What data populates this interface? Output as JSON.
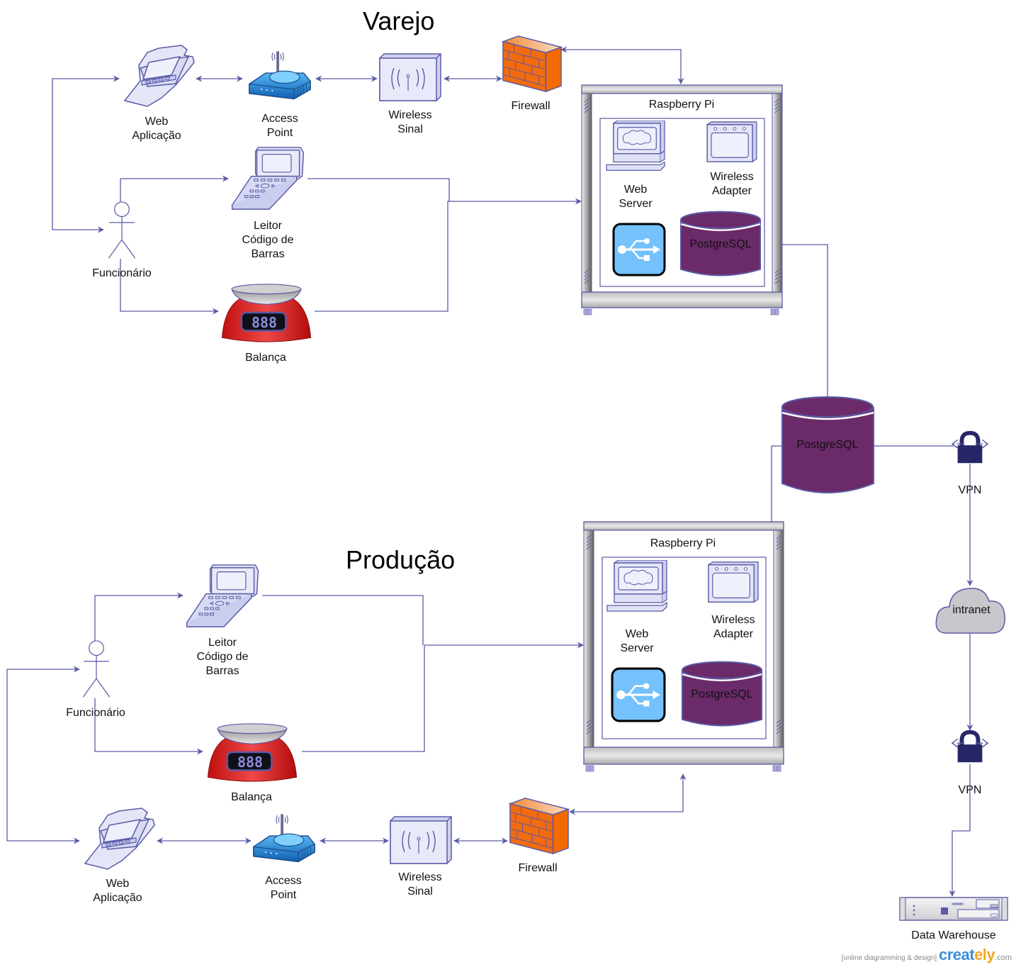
{
  "sections": {
    "retail_title": "Varejo",
    "production_title": "Produção"
  },
  "retail": {
    "web_app": "Web\nAplicação",
    "access_point": "Access\nPoint",
    "wireless_signal": "Wireless\nSinal",
    "firewall": "Firewall",
    "employee": "Funcionário",
    "barcode_reader": "Leitor\nCódigo de\nBarras",
    "scale": "Balança",
    "scale_display": "888",
    "server": {
      "title": "Raspberry Pi",
      "web_server": "Web\nServer",
      "wireless_adapter": "Wireless\nAdapter",
      "database": "PostgreSQL"
    }
  },
  "production": {
    "web_app": "Web\nAplicação",
    "access_point": "Access\nPoint",
    "wireless_signal": "Wireless\nSinal",
    "firewall": "Firewall",
    "employee": "Funcionário",
    "barcode_reader": "Leitor\nCódigo de\nBarras",
    "scale": "Balança",
    "scale_display": "888",
    "server": {
      "title": "Raspberry Pi",
      "web_server": "Web\nServer",
      "wireless_adapter": "Wireless\nAdapter",
      "database": "PostgreSQL"
    }
  },
  "central": {
    "database": "PostgreSQL",
    "vpn_top": "VPN",
    "intranet": "intranet",
    "vpn_bottom": "VPN",
    "data_warehouse": "Data Warehouse"
  },
  "footer": {
    "tagline": "[online diagramming & design]",
    "brand_main": "creat",
    "brand_accent": "ely",
    "brand_domain": ".com"
  },
  "colors": {
    "connector": "#5a5aa6",
    "database_fill": "#6b2a69",
    "firewall": "#f26b0f",
    "access_point": "#1f79c9",
    "scale_body": "#d61e1e",
    "usb_tile": "#74c1fb",
    "vpn_lock": "#262667",
    "cloud": "#c8c8cc",
    "device_fill": "#e4e6f8"
  }
}
